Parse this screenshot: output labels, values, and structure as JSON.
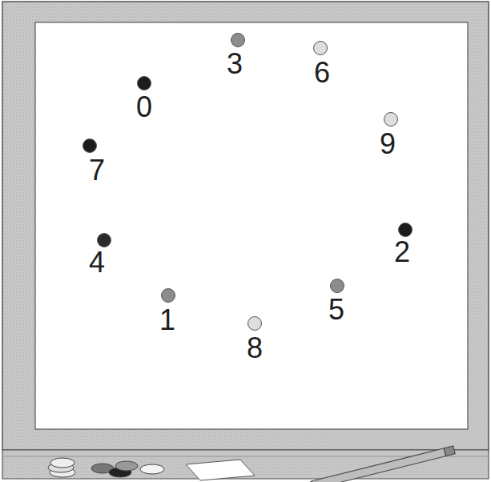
{
  "diagram": {
    "labels": [
      "3",
      "6",
      "0",
      "9",
      "7",
      "2",
      "4",
      "5",
      "1",
      "8"
    ]
  }
}
